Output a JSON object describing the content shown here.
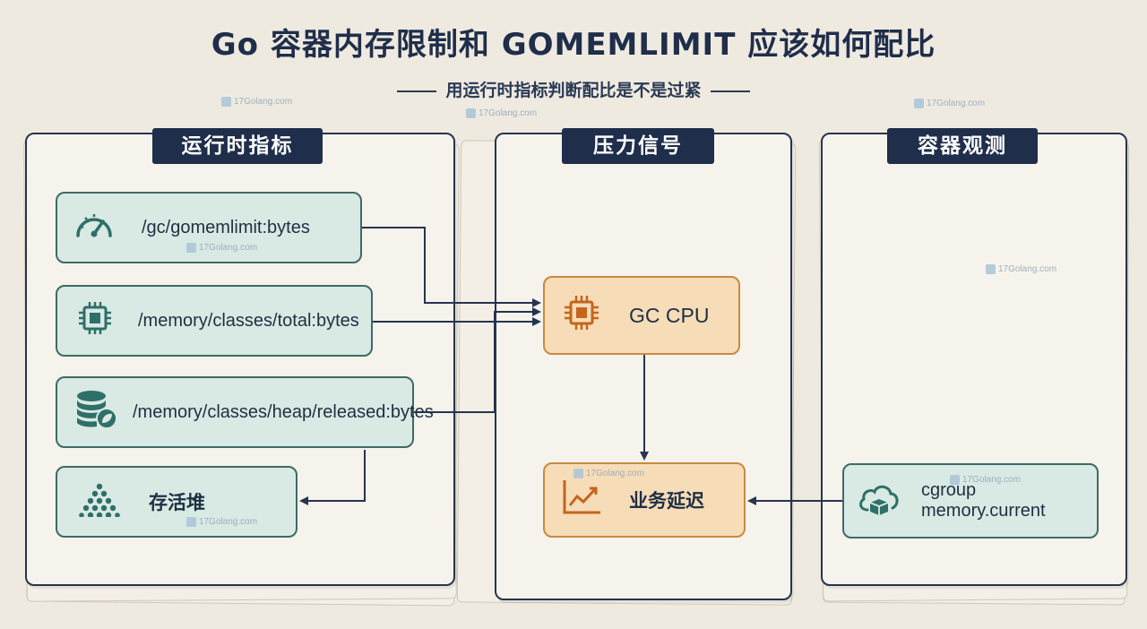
{
  "title": "Go 容器内存限制和 GOMEMLIMIT 应该如何配比",
  "subtitle": "用运行时指标判断配比是不是过紧",
  "watermark": "17Golang.com",
  "panels": {
    "runtime": {
      "header": "运行时指标"
    },
    "pressure": {
      "header": "压力信号"
    },
    "container": {
      "header": "容器观测"
    }
  },
  "nodes": {
    "gomemlimit": {
      "label": "/gc/gomemlimit:bytes",
      "icon": "gauge-icon"
    },
    "total": {
      "label": "/memory/classes/total:bytes",
      "icon": "chip-icon"
    },
    "released": {
      "label": "/memory/classes/heap/released:bytes",
      "icon": "database-leaf-icon"
    },
    "live_heap": {
      "label": "存活堆",
      "icon": "dot-pyramid-icon"
    },
    "gc_cpu": {
      "label": "GC CPU",
      "icon": "cpu-icon"
    },
    "latency": {
      "label": "业务延迟",
      "icon": "trend-chart-icon"
    },
    "cgroup": {
      "label": "cgroup memory.current",
      "icon": "cloud-box-icon"
    }
  },
  "colors": {
    "navy": "#1f2e4a",
    "teal_fill": "#d9e9e3",
    "teal_border": "#3d6b66",
    "orange_fill": "#f7dcb8",
    "orange_border": "#c98a3f",
    "paper": "#efeae0"
  }
}
